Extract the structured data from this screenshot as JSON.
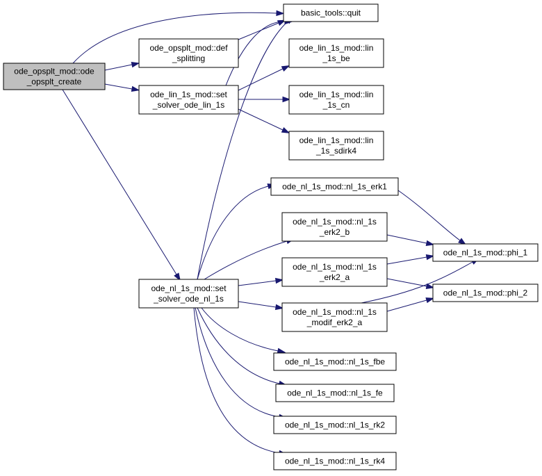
{
  "graph": {
    "title": "",
    "colors": {
      "edge": "#191970",
      "root_fill": "#bfbfbf",
      "node_fill": "#ffffff",
      "border": "#000000"
    },
    "nodes": [
      {
        "id": "root",
        "lines": [
          "ode_opsplt_mod::ode",
          "_opsplt_create"
        ],
        "root": true
      },
      {
        "id": "quit",
        "lines": [
          "basic_tools::quit"
        ]
      },
      {
        "id": "defsplit",
        "lines": [
          "ode_opsplt_mod::def",
          "_splitting"
        ]
      },
      {
        "id": "setlin",
        "lines": [
          "ode_lin_1s_mod::set",
          "_solver_ode_lin_1s"
        ]
      },
      {
        "id": "linbe",
        "lines": [
          "ode_lin_1s_mod::lin",
          "_1s_be"
        ]
      },
      {
        "id": "lincn",
        "lines": [
          "ode_lin_1s_mod::lin",
          "_1s_cn"
        ]
      },
      {
        "id": "linsdirk",
        "lines": [
          "ode_lin_1s_mod::lin",
          "_1s_sdirk4"
        ]
      },
      {
        "id": "setnl",
        "lines": [
          "ode_nl_1s_mod::set",
          "_solver_ode_nl_1s"
        ]
      },
      {
        "id": "erk1",
        "lines": [
          "ode_nl_1s_mod::nl_1s_erk1"
        ]
      },
      {
        "id": "erk2b",
        "lines": [
          "ode_nl_1s_mod::nl_1s",
          "_erk2_b"
        ]
      },
      {
        "id": "erk2a",
        "lines": [
          "ode_nl_1s_mod::nl_1s",
          "_erk2_a"
        ]
      },
      {
        "id": "moderk2a",
        "lines": [
          "ode_nl_1s_mod::nl_1s",
          "_modif_erk2_a"
        ]
      },
      {
        "id": "fbe",
        "lines": [
          "ode_nl_1s_mod::nl_1s_fbe"
        ]
      },
      {
        "id": "fe",
        "lines": [
          "ode_nl_1s_mod::nl_1s_fe"
        ]
      },
      {
        "id": "rk2",
        "lines": [
          "ode_nl_1s_mod::nl_1s_rk2"
        ]
      },
      {
        "id": "rk4",
        "lines": [
          "ode_nl_1s_mod::nl_1s_rk4"
        ]
      },
      {
        "id": "phi1",
        "lines": [
          "ode_nl_1s_mod::phi_1"
        ]
      },
      {
        "id": "phi2",
        "lines": [
          "ode_nl_1s_mod::phi_2"
        ]
      }
    ],
    "edges": [
      [
        "root",
        "quit"
      ],
      [
        "root",
        "defsplit"
      ],
      [
        "root",
        "setlin"
      ],
      [
        "root",
        "setnl"
      ],
      [
        "defsplit",
        "quit"
      ],
      [
        "setlin",
        "quit"
      ],
      [
        "setlin",
        "linbe"
      ],
      [
        "setlin",
        "lincn"
      ],
      [
        "setlin",
        "linsdirk"
      ],
      [
        "setnl",
        "quit"
      ],
      [
        "setnl",
        "erk1"
      ],
      [
        "setnl",
        "erk2b"
      ],
      [
        "setnl",
        "erk2a"
      ],
      [
        "setnl",
        "moderk2a"
      ],
      [
        "setnl",
        "fbe"
      ],
      [
        "setnl",
        "fe"
      ],
      [
        "setnl",
        "rk2"
      ],
      [
        "setnl",
        "rk4"
      ],
      [
        "erk1",
        "phi1"
      ],
      [
        "erk2b",
        "phi1"
      ],
      [
        "erk2a",
        "phi1"
      ],
      [
        "erk2a",
        "phi2"
      ],
      [
        "moderk2a",
        "phi1"
      ],
      [
        "moderk2a",
        "phi2"
      ]
    ]
  }
}
